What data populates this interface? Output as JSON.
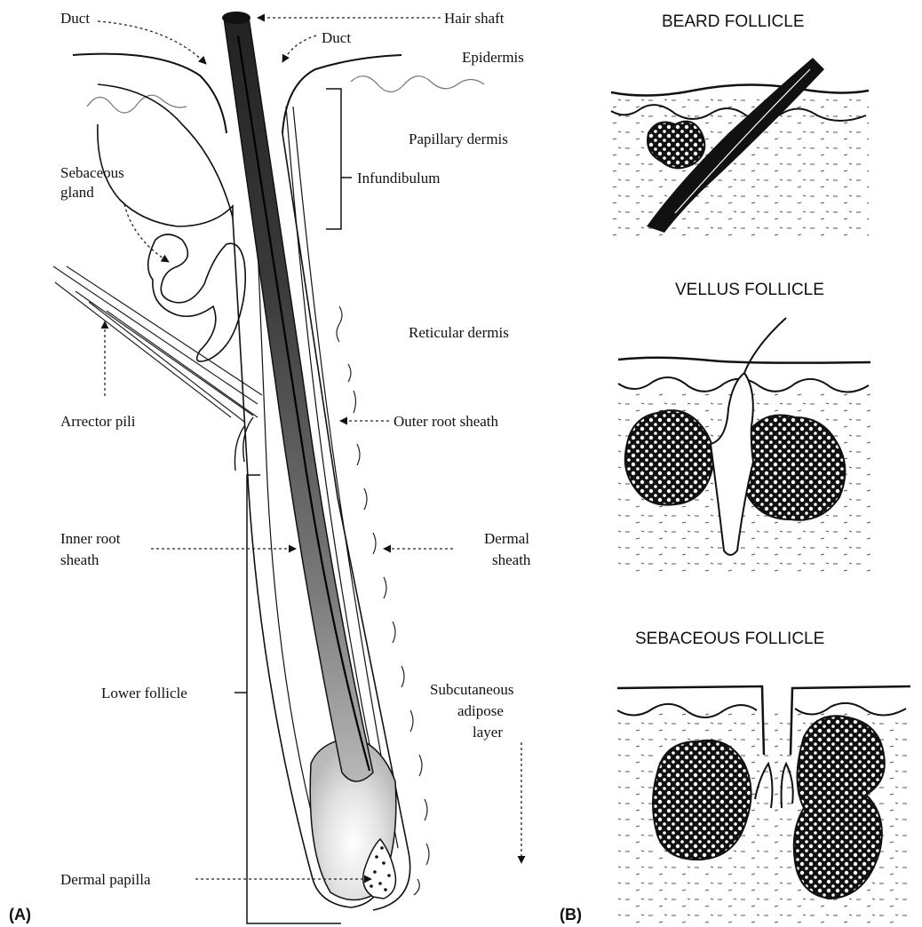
{
  "panel_a": {
    "tag": "(A)",
    "labels": {
      "duct_left": "Duct",
      "hair_shaft": "Hair shaft",
      "duct_right": "Duct",
      "epidermis": "Epidermis",
      "papillary_dermis": "Papillary dermis",
      "sebaceous_gland_1": "Sebaceous",
      "sebaceous_gland_2": "gland",
      "infundibulum": "Infundibulum",
      "reticular_dermis": "Reticular dermis",
      "arrector_pili": "Arrector pili",
      "outer_root_sheath": "Outer root sheath",
      "inner_root_sheath_1": "Inner root",
      "inner_root_sheath_2": "sheath",
      "dermal_sheath_1": "Dermal",
      "dermal_sheath_2": "sheath",
      "lower_follicle": "Lower follicle",
      "subcutaneous_1": "Subcutaneous",
      "subcutaneous_2": "adipose",
      "subcutaneous_3": "layer",
      "dermal_papilla": "Dermal papilla"
    }
  },
  "panel_b": {
    "tag": "(B)",
    "titles": {
      "beard": "BEARD FOLLICLE",
      "vellus": "VELLUS FOLLICLE",
      "sebaceous": "SEBACEOUS FOLLICLE"
    }
  }
}
